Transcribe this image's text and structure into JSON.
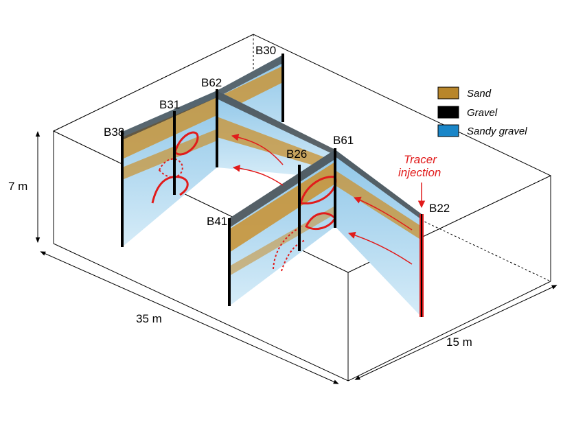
{
  "boreholes": {
    "b30": "B30",
    "b62": "B62",
    "b31": "B31",
    "b38": "B38",
    "b61": "B61",
    "b26": "B26",
    "b41": "B41",
    "b22": "B22"
  },
  "tracer": {
    "line1": "Tracer",
    "line2": "injection",
    "color": "#e11b1b"
  },
  "dimensions": {
    "depth": "7 m",
    "length": "35 m",
    "width": "15 m"
  },
  "legend": [
    {
      "label": "Sand",
      "color": "#b8862b"
    },
    {
      "label": "Gravel",
      "color": "#000000"
    },
    {
      "label": "Sandy gravel",
      "color": "#1a86c8"
    }
  ]
}
